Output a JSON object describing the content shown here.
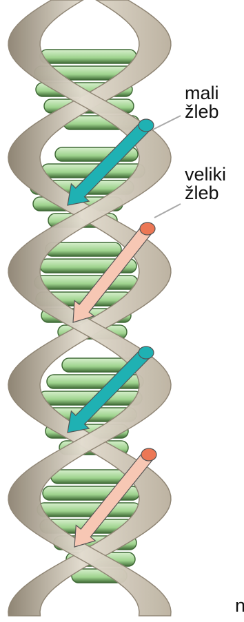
{
  "labels": {
    "minor_groove": {
      "line1": "mali",
      "line2": "žleb"
    },
    "major_groove": {
      "line1": "veliki",
      "line2": "žleb"
    },
    "edge_fragment": "n"
  },
  "colors": {
    "backbone": "#bdb3a2",
    "backbone_shadow": "#8f8574",
    "backbone_light": "#e2dccf",
    "base_pair": "#9ed38d",
    "base_pair_light": "#d7efcd",
    "base_pair_edge": "#3f6a36",
    "minor_arrow": "#1fb1b3",
    "major_arrow": "#f7c7b4",
    "major_arrow_cap": "#ec7755"
  },
  "icons": {
    "minor_groove_arrow": "teal-arrow-icon",
    "major_groove_arrow": "peach-arrow-icon"
  }
}
